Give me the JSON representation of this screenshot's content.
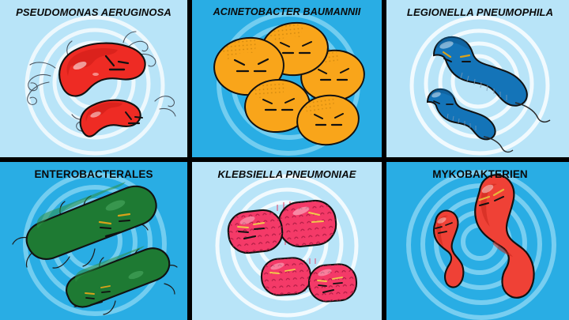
{
  "poster": {
    "layout": "2 rows x 3 columns grid of illustrated panels",
    "frame_color": "#000000",
    "panel_bg_light": "#b8e4f8",
    "panel_bg_mid": "#29ade4",
    "ripple_color": "#9fdcf7"
  },
  "panels": [
    {
      "id": "pseudomonas-aeruginosa",
      "title": "PSEUDOMONAS AERUGINOSA",
      "title_style": "bold-italic",
      "background": "light",
      "organism_color": "#ee2b24",
      "organism_shade": "#c81f18",
      "organism_shape": "curved rods with flagella",
      "count": 2
    },
    {
      "id": "acinetobacter-baumannii",
      "title": "ACINETOBACTER BAUMANNII",
      "title_style": "bold-italic",
      "background": "mid",
      "organism_color": "#f9a51a",
      "organism_shade": "#e08c0a",
      "organism_shape": "cluster of round coccobacilli",
      "count": 5
    },
    {
      "id": "legionella-pneumophila",
      "title": "LEGIONELLA PNEUMOPHILA",
      "title_style": "bold-italic",
      "background": "light",
      "organism_color": "#1474b8",
      "organism_shade": "#0e5c94",
      "organism_shape": "lobed rods with single polar flagellum",
      "count": 2
    },
    {
      "id": "enterobacterales",
      "title": "ENTEROBACTERALES",
      "title_style": "bold-upright",
      "background": "mid",
      "organism_color": "#1e7a33",
      "organism_shade": "#155c25",
      "organism_shape": "long rods with peritrichous flagella",
      "count": 2
    },
    {
      "id": "klebsiella-pneumoniae",
      "title": "KLEBSIELLA PNEUMONIAE",
      "title_style": "bold-italic",
      "background": "light",
      "organism_color": "#f43a68",
      "organism_shade": "#d42450",
      "organism_shape": "paired plump capsulated rods",
      "count": 4
    },
    {
      "id": "mykobakterien",
      "title": "MYKOBAKTERIEN",
      "title_style": "bold-upright",
      "background": "mid",
      "organism_color": "#ef4136",
      "organism_shade": "#c9261c",
      "organism_shape": "long slender curved bacilli",
      "count": 2
    }
  ]
}
